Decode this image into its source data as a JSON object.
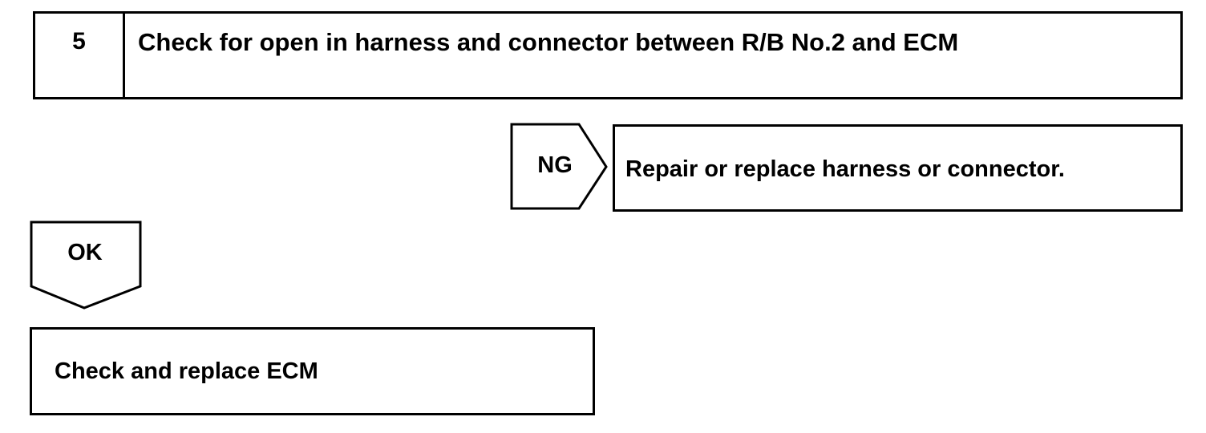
{
  "step": {
    "number": "5",
    "title": "Check for open in harness and connector between R/B No.2 and ECM"
  },
  "ng_branch": {
    "label": "NG",
    "result": "Repair or replace harness or connector."
  },
  "ok_branch": {
    "label": "OK",
    "result": "Check and replace ECM"
  }
}
